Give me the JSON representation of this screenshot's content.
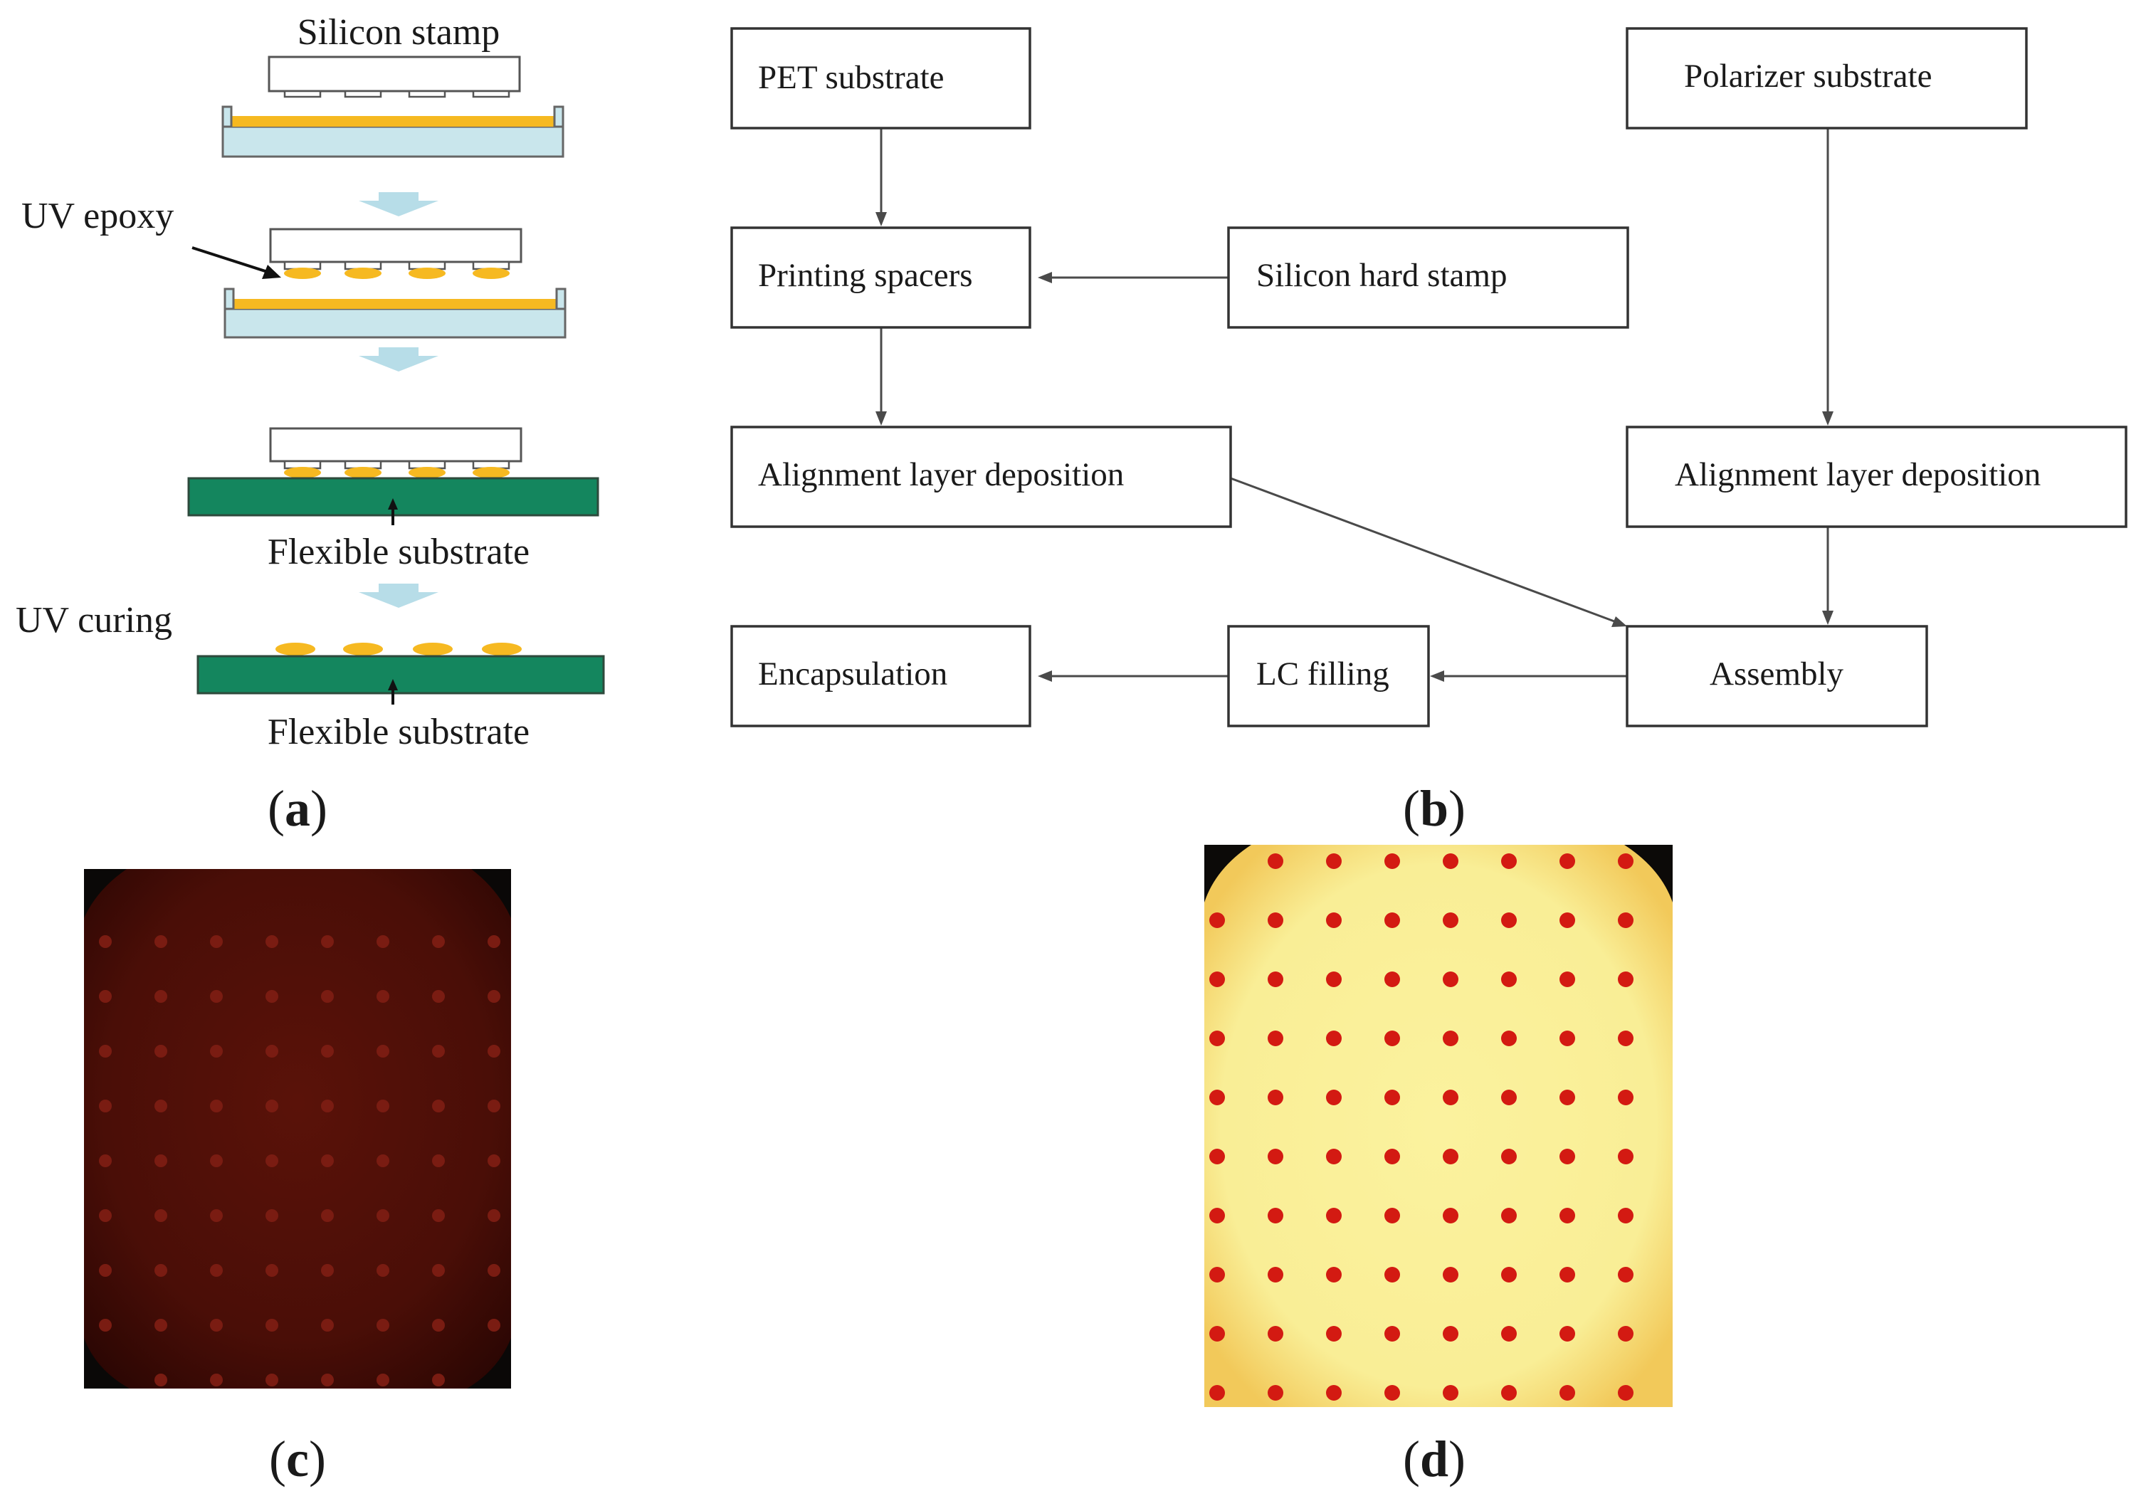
{
  "panel_a": {
    "labels": {
      "silicon_stamp": "Silicon stamp",
      "uv_epoxy": "UV epoxy",
      "flexible_substrate_1": "Flexible substrate",
      "uv_curing": "UV curing",
      "flexible_substrate_2": "Flexible substrate"
    },
    "caption_letter": "a"
  },
  "panel_b": {
    "boxes": {
      "pet_substrate": "PET substrate",
      "polarizer_substrate": "Polarizer substrate",
      "printing_spacers": "Printing spacers",
      "silicon_hard_stamp": "Silicon hard stamp",
      "alignment_left": "Alignment layer deposition",
      "alignment_right": "Alignment layer deposition",
      "encapsulation": "Encapsulation",
      "lc_filling": "LC filling",
      "assembly": "Assembly"
    },
    "caption_letter": "b"
  },
  "panel_c": {
    "caption_letter": "c",
    "dot_grid": {
      "columns": 8,
      "rows": 9
    }
  },
  "panel_d": {
    "caption_letter": "d",
    "dot_grid": {
      "columns": 8,
      "rows": 10
    }
  },
  "colors": {
    "epoxy_yellow": "#f6b921",
    "glass_cyan": "#c9e6ec",
    "substrate_green": "#14865e",
    "process_arrow": "#b7dde8",
    "panel_c_background": "#4a0d07",
    "panel_c_dot": "#7a1c12",
    "panel_d_background": "#f9ef9a",
    "panel_d_dot": "#d31a12"
  }
}
